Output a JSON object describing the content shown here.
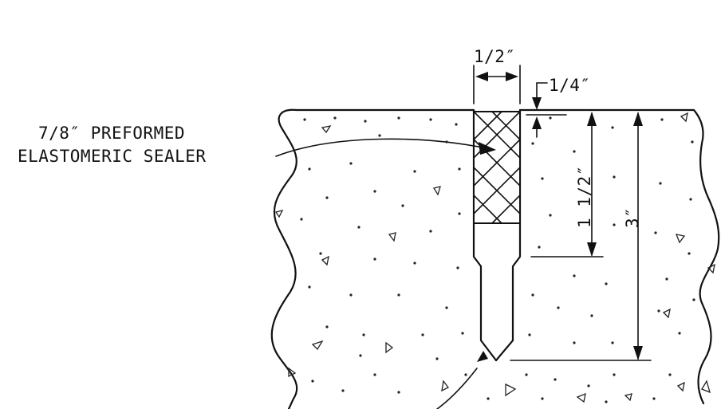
{
  "sealer_label": {
    "line1": "7/8″ PREFORMED",
    "line2": "ELASTOMERIC SEALER"
  },
  "dimensions": {
    "joint_width": "1/2″",
    "step_height": "1/4″",
    "sealer_depth": "1 1/2″",
    "total_depth": "3″"
  },
  "colors": {
    "line": "#111111",
    "background": "#ffffff"
  }
}
